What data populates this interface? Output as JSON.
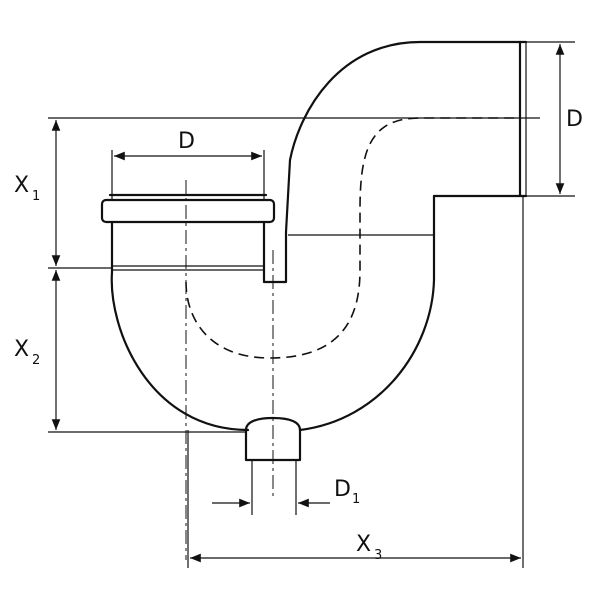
{
  "labels": {
    "d_top": "D",
    "d_right": "D",
    "x1_main": "X",
    "x1_sub": "1",
    "x2_main": "X",
    "x2_sub": "2",
    "x3_main": "X",
    "x3_sub": "3",
    "d1_main": "D",
    "d1_sub": "1"
  }
}
